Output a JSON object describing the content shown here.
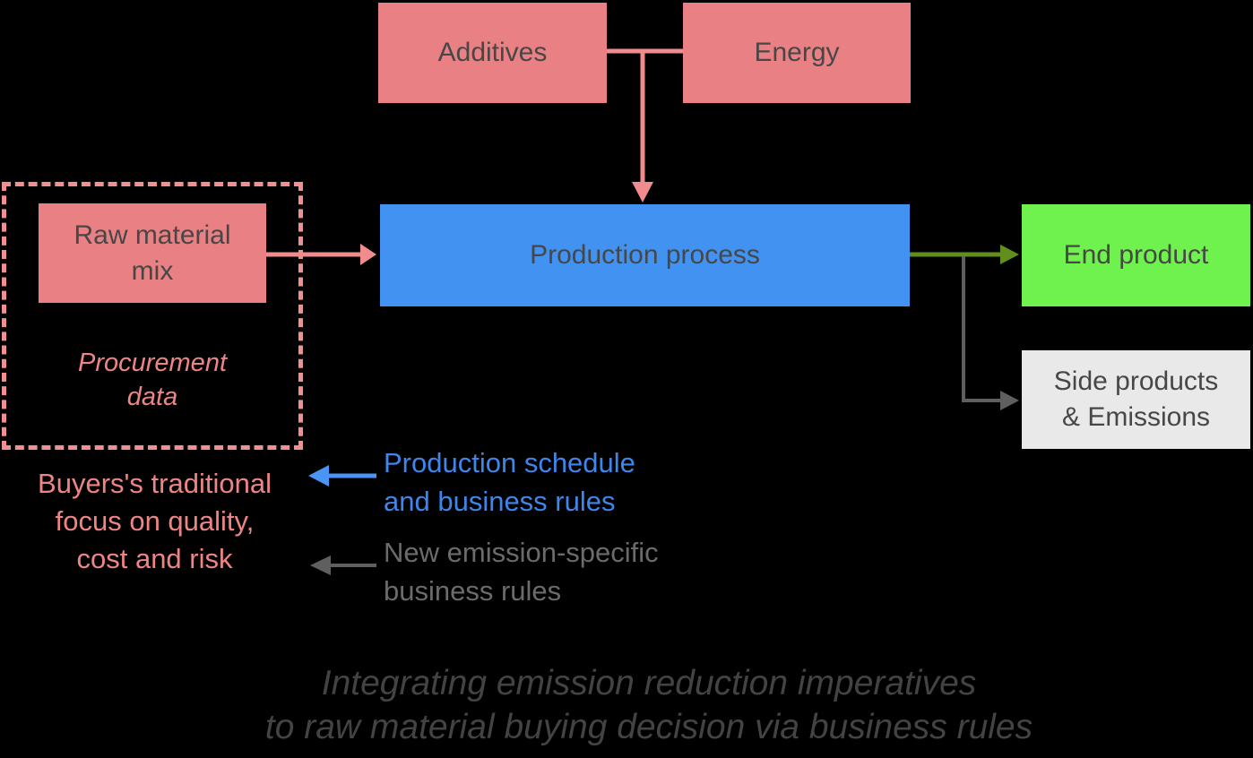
{
  "colors": {
    "background": "#000000",
    "pink_box": "#E98083",
    "pink_arrow": "#F08C8C",
    "pink_dash": "#F09090",
    "pink_text": "#EE8585",
    "blue_box": "#4292F2",
    "blue_text": "#3E86EC",
    "blue_arrow": "#4A94F5",
    "green_box": "#6FF24D",
    "gray_box": "#E9E9E9",
    "olive_arrow": "#628E1E",
    "gray_arrow": "#5F5F5F",
    "gray_text": "#6B6B6B",
    "caption_text": "#434343",
    "box_text": "#474747"
  },
  "nodes": {
    "additives": {
      "label": "Additives"
    },
    "energy": {
      "label": "Energy"
    },
    "raw_material": {
      "line1": "Raw material",
      "line2": "mix"
    },
    "production": {
      "label": "Production process"
    },
    "end_product": {
      "label": "End product"
    },
    "side_products": {
      "line1": "Side products",
      "line2": "& Emissions"
    }
  },
  "annotations": {
    "procurement": {
      "line1": "Procurement",
      "line2": "data"
    },
    "buyers_focus": {
      "line1": "Buyers's traditional",
      "line2": "focus on quality,",
      "line3": "cost and risk"
    },
    "production_schedule": {
      "line1": "Production schedule",
      "line2": "and business rules"
    },
    "new_rules": {
      "line1": "New emission-specific",
      "line2": "business rules"
    }
  },
  "caption": {
    "line1": "Integrating emission reduction imperatives",
    "line2": "to raw material buying decision via business rules"
  }
}
